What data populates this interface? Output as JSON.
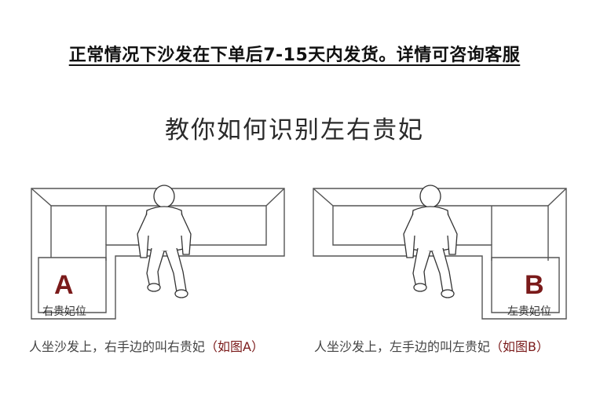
{
  "banner": {
    "text": "正常情况下沙发在下单后7-15天内发货。详情可咨询客服"
  },
  "heading": {
    "text": "教你如何识别左右贵妃"
  },
  "diagram_a": {
    "letter": "A",
    "seat_label": "右贵妃位",
    "caption_main": "人坐沙发上，右手边的叫右贵妃",
    "caption_paren": "（如图A）"
  },
  "diagram_b": {
    "letter": "B",
    "seat_label": "左贵妃位",
    "caption_main": "人坐沙发上，左手边的叫左贵妃",
    "caption_paren": "（如图B）"
  },
  "colors": {
    "accent": "#7a1a1a",
    "line": "#555555"
  }
}
